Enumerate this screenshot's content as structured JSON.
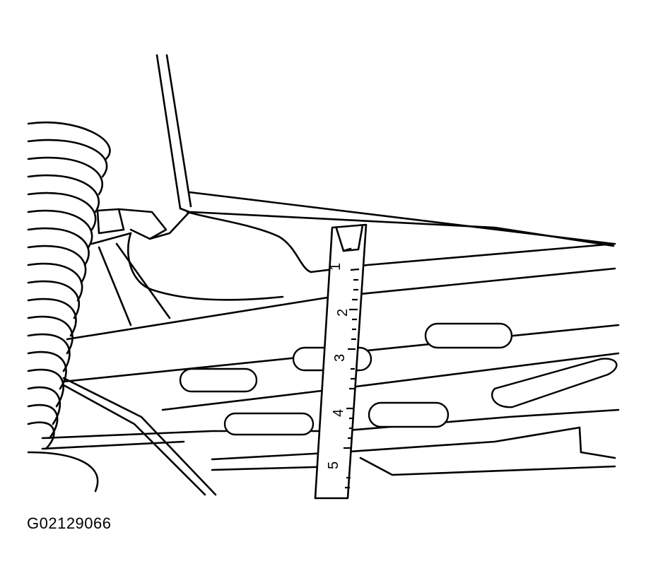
{
  "figure": {
    "code": "G02129066",
    "ruler_marks": [
      "1",
      "2",
      "3",
      "4",
      "5"
    ]
  }
}
